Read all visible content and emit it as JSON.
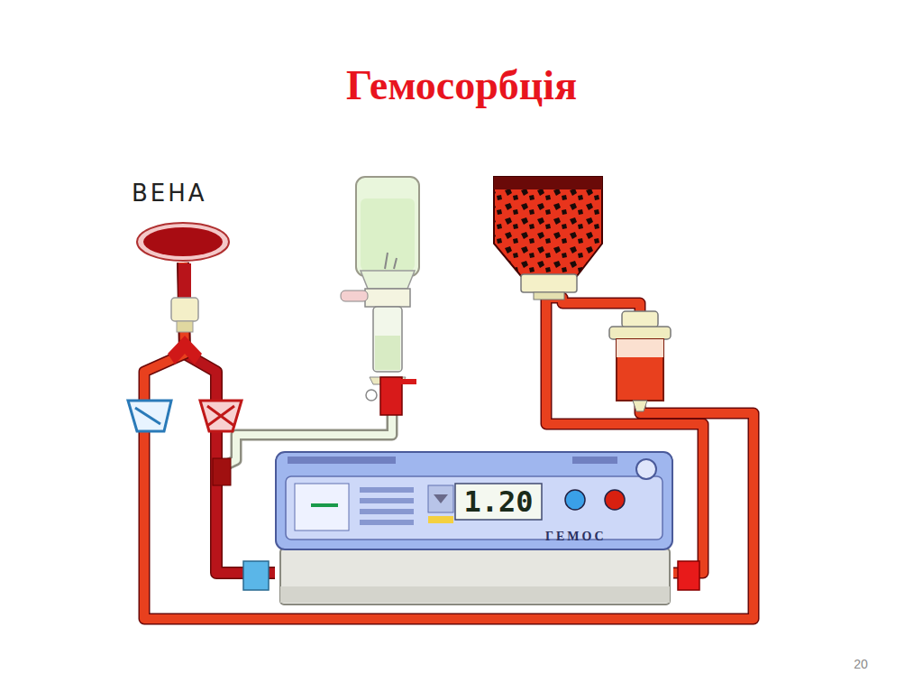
{
  "diagram": {
    "title": "Гемосорбція",
    "nodes": [
      {
        "text": [
          "ВЕНА"
        ]
      },
      {
        "text": [
          "1.20",
          "ГЕМОС"
        ]
      }
    ],
    "edges": [
      {
        "from": 0,
        "to": 1,
        "arrow": "none"
      },
      {
        "from": 1,
        "to": 0,
        "arrow": "none"
      }
    ],
    "labels": [
      "20"
    ]
  }
}
